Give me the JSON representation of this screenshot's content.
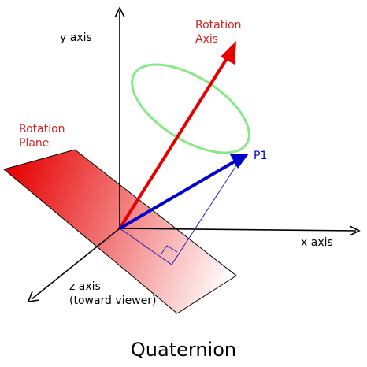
{
  "labels": {
    "y_axis": "y axis",
    "x_axis": "x axis",
    "z_axis_line1": "z axis",
    "z_axis_line2": "(toward viewer)",
    "rotation_axis_line1": "Rotation",
    "rotation_axis_line2": "Axis",
    "rotation_plane_line1": "Rotation",
    "rotation_plane_line2": "Plane",
    "point": "P1"
  },
  "caption": "Quaternion",
  "colors": {
    "axes": "#000000",
    "rotation_axis": "#e60000",
    "rotation_label": "#d42020",
    "vector": "#0000cc",
    "projection": "#2020c0",
    "circle": "#88e888",
    "plane_start": "#e60000",
    "plane_end": "#ffffff"
  }
}
